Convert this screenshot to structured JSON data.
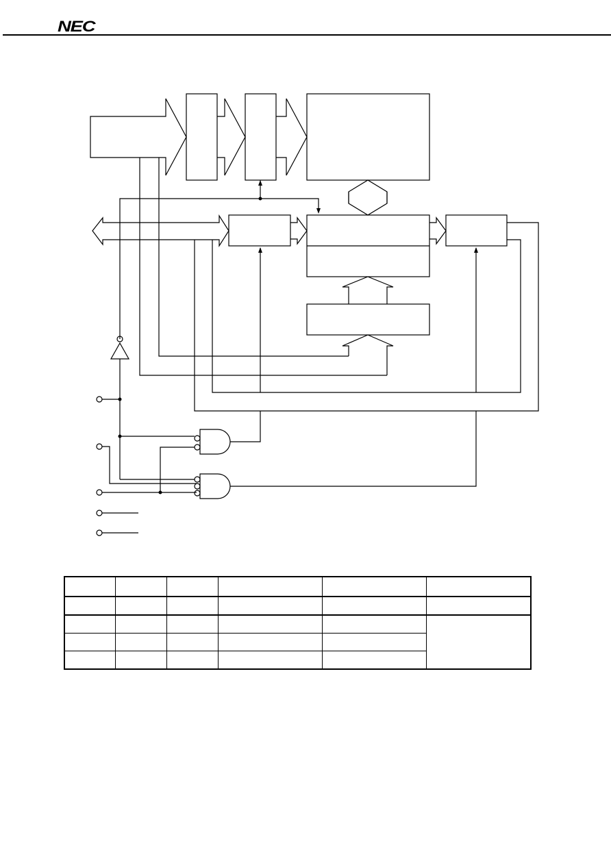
{
  "header": {
    "logo_text": "NEC"
  },
  "diagram": {
    "blocks": [
      "block-1",
      "block-2",
      "block-3",
      "block-4",
      "block-5",
      "block-6",
      "block-7"
    ],
    "pins": [
      "pin-1",
      "pin-2",
      "pin-3",
      "pin-4",
      "pin-5"
    ],
    "gates": [
      "inverter",
      "and-gate-1",
      "and-gate-2"
    ]
  },
  "table": {
    "columns": 6,
    "rows": [
      [
        "",
        "",
        "",
        "",
        "",
        ""
      ],
      [
        "",
        "",
        "",
        "",
        "",
        ""
      ],
      [
        "",
        "",
        "",
        "",
        ""
      ],
      [
        "",
        "",
        "",
        "",
        ""
      ],
      [
        "",
        "",
        "",
        "",
        ""
      ]
    ]
  }
}
